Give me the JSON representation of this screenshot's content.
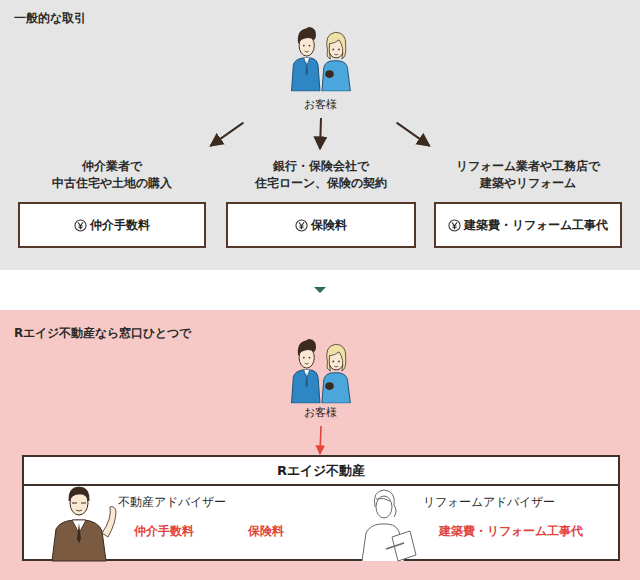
{
  "diagram": {
    "nodes": [
      {
        "text": [
          "お客様"
        ]
      },
      {
        "text": [
          "仲介業者で 中古住宅や土地の購入",
          "仲介手数料"
        ]
      },
      {
        "text": [
          "銀行・保険会社で 住宅ローン、保険の契約",
          "保険料"
        ]
      },
      {
        "text": [
          "リフォーム業者や工務店で 建築やリフォーム",
          "建築費・リフォーム工事代"
        ]
      },
      {
        "text": [
          "お客様"
        ]
      },
      {
        "text": [
          "Rエイジ不動産"
        ]
      }
    ],
    "edges": [
      {
        "from": 0,
        "to": 1,
        "arrow": "to"
      },
      {
        "from": 0,
        "to": 2,
        "arrow": "to"
      },
      {
        "from": 0,
        "to": 3,
        "arrow": "to"
      },
      {
        "from": 4,
        "to": 5,
        "arrow": "to"
      }
    ],
    "labels": [
      "一般的な取引",
      "Rエイジ不動産なら窓口ひとつで",
      "不動産アドバイザー",
      "仲介手数料",
      "保険料",
      "リフォームアドバイザー",
      "建築費・リフォーム工事代"
    ]
  }
}
